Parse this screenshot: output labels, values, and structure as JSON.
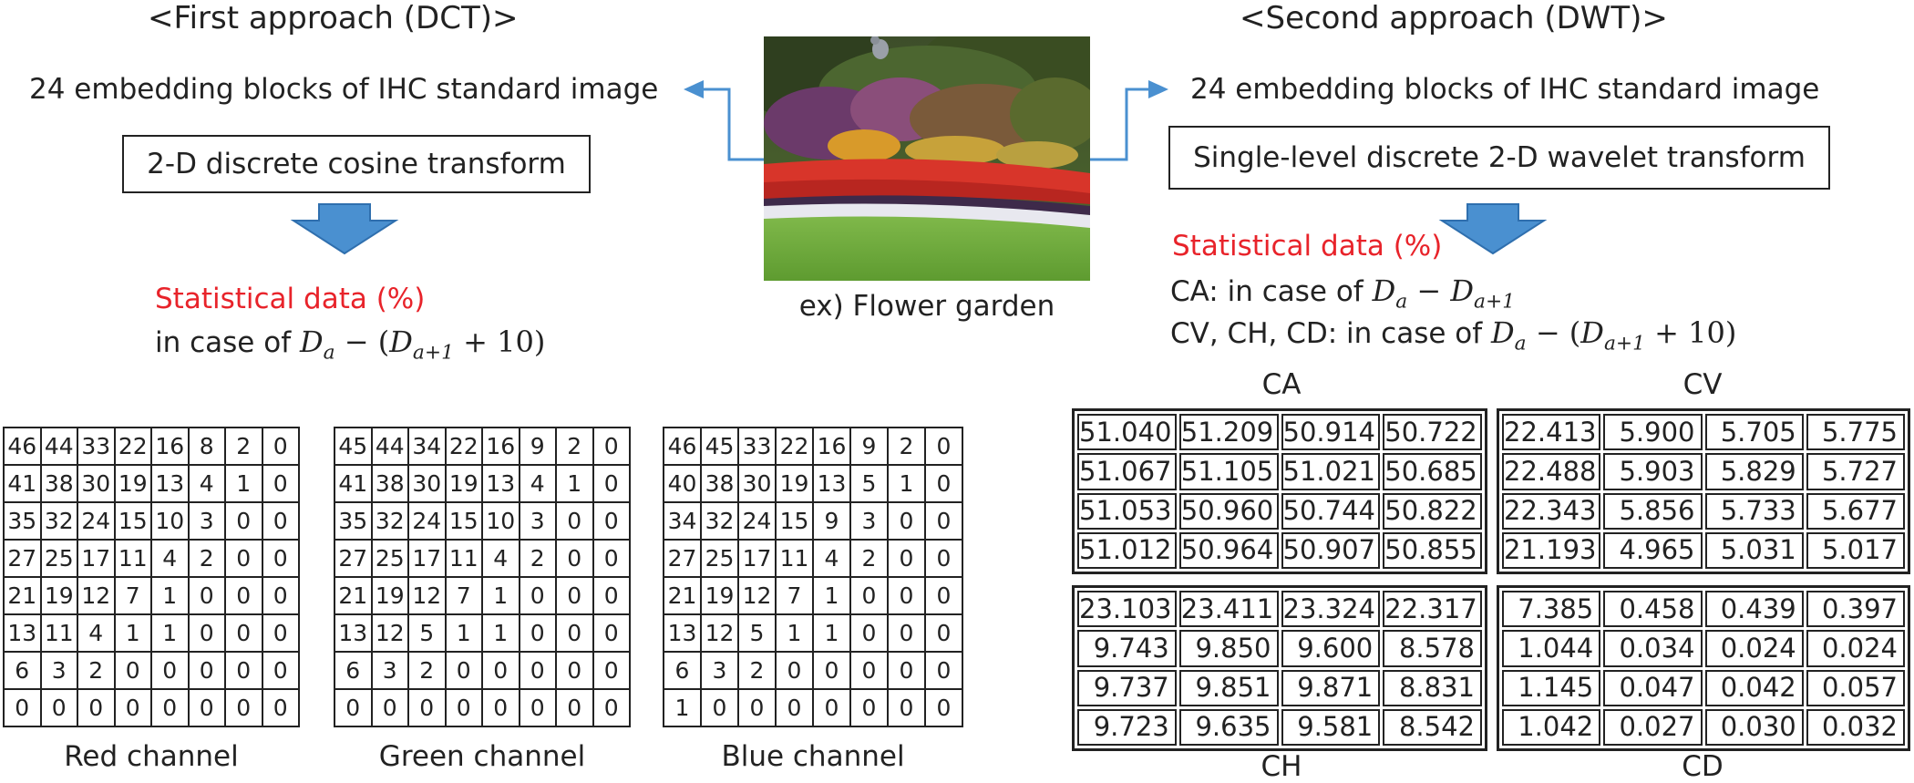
{
  "dct": {
    "heading": "<First approach (DCT)>",
    "embed_text": "24 embedding blocks of IHC standard image",
    "transform_box": "2-D discrete cosine transform",
    "stat_title": "Statistical data (%)",
    "case_prefix": "in case of",
    "channels": [
      {
        "label": "Red channel",
        "rows": [
          [
            "46",
            "44",
            "33",
            "22",
            "16",
            "8",
            "2",
            "0"
          ],
          [
            "41",
            "38",
            "30",
            "19",
            "13",
            "4",
            "1",
            "0"
          ],
          [
            "35",
            "32",
            "24",
            "15",
            "10",
            "3",
            "0",
            "0"
          ],
          [
            "27",
            "25",
            "17",
            "11",
            "4",
            "2",
            "0",
            "0"
          ],
          [
            "21",
            "19",
            "12",
            "7",
            "1",
            "0",
            "0",
            "0"
          ],
          [
            "13",
            "11",
            "4",
            "1",
            "1",
            "0",
            "0",
            "0"
          ],
          [
            "6",
            "3",
            "2",
            "0",
            "0",
            "0",
            "0",
            "0"
          ],
          [
            "0",
            "0",
            "0",
            "0",
            "0",
            "0",
            "0",
            "0"
          ]
        ]
      },
      {
        "label": "Green channel",
        "rows": [
          [
            "45",
            "44",
            "34",
            "22",
            "16",
            "9",
            "2",
            "0"
          ],
          [
            "41",
            "38",
            "30",
            "19",
            "13",
            "4",
            "1",
            "0"
          ],
          [
            "35",
            "32",
            "24",
            "15",
            "10",
            "3",
            "0",
            "0"
          ],
          [
            "27",
            "25",
            "17",
            "11",
            "4",
            "2",
            "0",
            "0"
          ],
          [
            "21",
            "19",
            "12",
            "7",
            "1",
            "0",
            "0",
            "0"
          ],
          [
            "13",
            "12",
            "5",
            "1",
            "1",
            "0",
            "0",
            "0"
          ],
          [
            "6",
            "3",
            "2",
            "0",
            "0",
            "0",
            "0",
            "0"
          ],
          [
            "0",
            "0",
            "0",
            "0",
            "0",
            "0",
            "0",
            "0"
          ]
        ]
      },
      {
        "label": "Blue channel",
        "rows": [
          [
            "46",
            "45",
            "33",
            "22",
            "16",
            "9",
            "2",
            "0"
          ],
          [
            "40",
            "38",
            "30",
            "19",
            "13",
            "5",
            "1",
            "0"
          ],
          [
            "34",
            "32",
            "24",
            "15",
            "9",
            "3",
            "0",
            "0"
          ],
          [
            "27",
            "25",
            "17",
            "11",
            "4",
            "2",
            "0",
            "0"
          ],
          [
            "21",
            "19",
            "12",
            "7",
            "1",
            "0",
            "0",
            "0"
          ],
          [
            "13",
            "12",
            "5",
            "1",
            "1",
            "0",
            "0",
            "0"
          ],
          [
            "6",
            "3",
            "2",
            "0",
            "0",
            "0",
            "0",
            "0"
          ],
          [
            "1",
            "0",
            "0",
            "0",
            "0",
            "0",
            "0",
            "0"
          ]
        ]
      }
    ]
  },
  "center": {
    "caption": "ex) Flower garden"
  },
  "dwt": {
    "heading": "<Second approach (DWT)>",
    "embed_text": "24 embedding blocks of IHC standard image",
    "transform_box": "Single-level discrete 2-D wavelet transform",
    "stat_title": "Statistical data (%)",
    "ca_prefix": "CA: in case of",
    "cvchcd_prefix": "CV, CH, CD: in case of",
    "blocks": {
      "CA": {
        "label": "CA",
        "rows": [
          [
            "51.040",
            "51.209",
            "50.914",
            "50.722"
          ],
          [
            "51.067",
            "51.105",
            "51.021",
            "50.685"
          ],
          [
            "51.053",
            "50.960",
            "50.744",
            "50.822"
          ],
          [
            "51.012",
            "50.964",
            "50.907",
            "50.855"
          ]
        ]
      },
      "CV": {
        "label": "CV",
        "rows": [
          [
            "22.413",
            "5.900",
            "5.705",
            "5.775"
          ],
          [
            "22.488",
            "5.903",
            "5.829",
            "5.727"
          ],
          [
            "22.343",
            "5.856",
            "5.733",
            "5.677"
          ],
          [
            "21.193",
            "4.965",
            "5.031",
            "5.017"
          ]
        ]
      },
      "CH": {
        "label": "CH",
        "rows": [
          [
            "23.103",
            "23.411",
            "23.324",
            "22.317"
          ],
          [
            "9.743",
            "9.850",
            "9.600",
            "8.578"
          ],
          [
            "9.737",
            "9.851",
            "9.871",
            "8.831"
          ],
          [
            "9.723",
            "9.635",
            "9.581",
            "8.542"
          ]
        ]
      },
      "CD": {
        "label": "CD",
        "rows": [
          [
            "7.385",
            "0.458",
            "0.439",
            "0.397"
          ],
          [
            "1.044",
            "0.034",
            "0.024",
            "0.024"
          ],
          [
            "1.145",
            "0.047",
            "0.042",
            "0.057"
          ],
          [
            "1.042",
            "0.027",
            "0.030",
            "0.032"
          ]
        ]
      }
    }
  },
  "colors": {
    "accent_red": "#e8232a",
    "arrow_blue": "#4a90d0",
    "arrow_blue_dark": "#2f6fae"
  }
}
